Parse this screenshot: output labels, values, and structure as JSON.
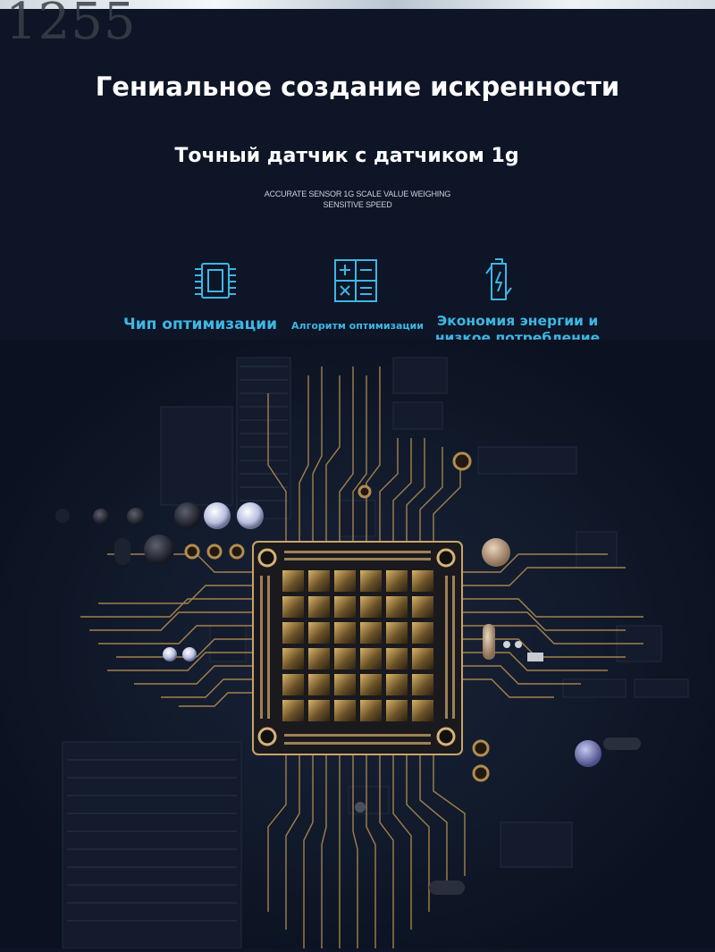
{
  "watermark": "1255",
  "title": "Гениальное создание искренности",
  "subtitle": "Точный датчик с датчиком 1g",
  "caption": {
    "line1": "ACCURATE SENSOR 1G SCALE VALUE WEIGHING",
    "line2": "SENSITIVE SPEED"
  },
  "features": [
    {
      "icon": "chip-icon",
      "label": "Чип оптимизации"
    },
    {
      "icon": "calculator-icon",
      "label": "Алгоритм оптимизации"
    },
    {
      "icon": "battery-charge-icon",
      "label_line1": "Экономия энергии и",
      "label_line2": "низкое потребление"
    }
  ],
  "colors": {
    "background": "#0d1526",
    "accent": "#3eb6e3",
    "title": "#ffffff",
    "trace_gold": "#c9a46a"
  }
}
